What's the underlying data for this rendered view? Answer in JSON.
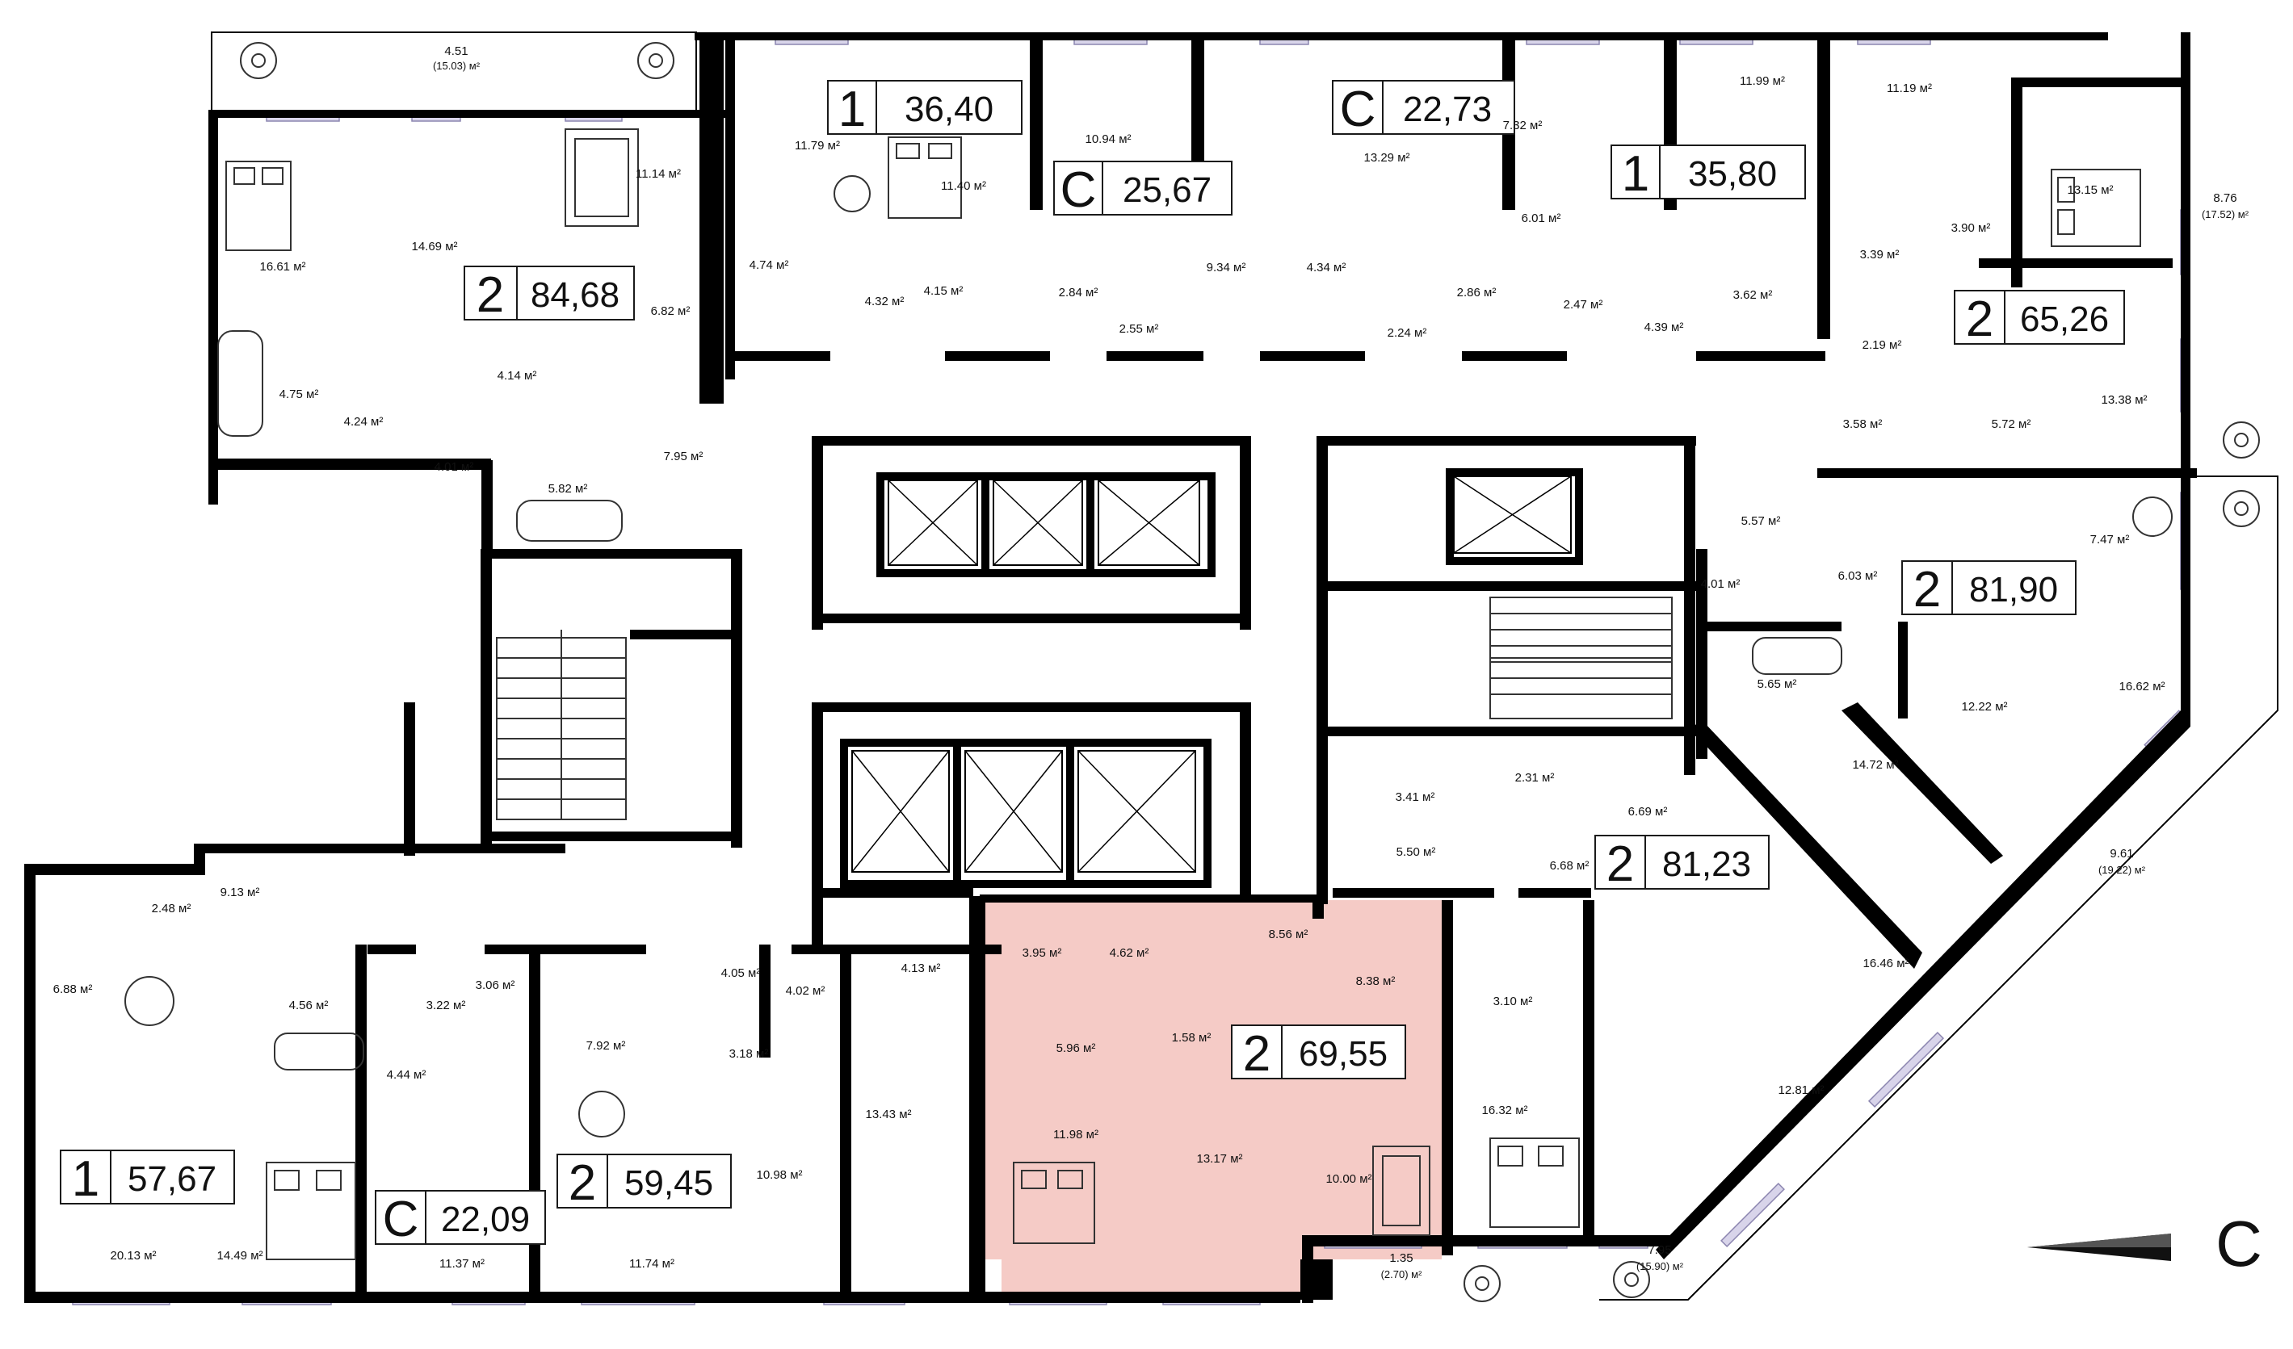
{
  "colors": {
    "walls": "#000000",
    "background": "#ffffff",
    "highlight_apartment": "#f5cbc6",
    "windows": "#d8d4ea"
  },
  "apartments": [
    {
      "id": "apt-2-84-68",
      "rooms": "2",
      "area": "84,68"
    },
    {
      "id": "apt-1-36-40",
      "rooms": "1",
      "area": "36,40"
    },
    {
      "id": "apt-c-25-67",
      "rooms": "С",
      "area": "25,67"
    },
    {
      "id": "apt-c-22-73",
      "rooms": "С",
      "area": "22,73"
    },
    {
      "id": "apt-1-35-80",
      "rooms": "1",
      "area": "35,80"
    },
    {
      "id": "apt-2-65-26",
      "rooms": "2",
      "area": "65,26"
    },
    {
      "id": "apt-2-81-90",
      "rooms": "2",
      "area": "81,90"
    },
    {
      "id": "apt-2-81-23",
      "rooms": "2",
      "area": "81,23"
    },
    {
      "id": "apt-2-69-55",
      "rooms": "2",
      "area": "69,55"
    },
    {
      "id": "apt-2-59-45",
      "rooms": "2",
      "area": "59,45"
    },
    {
      "id": "apt-c-22-09",
      "rooms": "С",
      "area": "22,09"
    },
    {
      "id": "apt-1-57-67",
      "rooms": "1",
      "area": "57,67"
    }
  ],
  "room_areas": [
    {
      "text": "4.51",
      "sub": "(15.03) м²"
    },
    {
      "text": "11.14 м²"
    },
    {
      "text": "16.61 м²"
    },
    {
      "text": "14.69 м²"
    },
    {
      "text": "6.82 м²"
    },
    {
      "text": "4.75 м²"
    },
    {
      "text": "4.24 м²"
    },
    {
      "text": "4.14 м²"
    },
    {
      "text": "4.01 м²"
    },
    {
      "text": "5.82 м²"
    },
    {
      "text": "7.95 м²"
    },
    {
      "text": "11.79 м²"
    },
    {
      "text": "11.40 м²"
    },
    {
      "text": "4.74 м²"
    },
    {
      "text": "4.32 м²"
    },
    {
      "text": "4.15 м²"
    },
    {
      "text": "10.94 м²"
    },
    {
      "text": "9.34 м²"
    },
    {
      "text": "2.84 м²"
    },
    {
      "text": "2.55 м²"
    },
    {
      "text": "13.29 м²"
    },
    {
      "text": "4.34 м²"
    },
    {
      "text": "2.86 м²"
    },
    {
      "text": "2.24 м²"
    },
    {
      "text": "7.32 м²"
    },
    {
      "text": "11.99 м²"
    },
    {
      "text": "6.01 м²"
    },
    {
      "text": "2.47 м²"
    },
    {
      "text": "4.39 м²"
    },
    {
      "text": "3.62 м²"
    },
    {
      "text": "11.19 м²"
    },
    {
      "text": "13.15 м²"
    },
    {
      "text": "3.90 м²"
    },
    {
      "text": "3.39 м²"
    },
    {
      "text": "2.19 м²"
    },
    {
      "text": "8.76",
      "sub": "(17.52) м²"
    },
    {
      "text": "13.38 м²"
    },
    {
      "text": "3.58 м²"
    },
    {
      "text": "5.72 м²"
    },
    {
      "text": "5.57 м²"
    },
    {
      "text": "7.47 м²"
    },
    {
      "text": "4.01 м²"
    },
    {
      "text": "6.03 м²"
    },
    {
      "text": "5.65 м²"
    },
    {
      "text": "16.62 м²"
    },
    {
      "text": "12.22 м²"
    },
    {
      "text": "14.72 м²"
    },
    {
      "text": "9.61",
      "sub": "(19.22) м²"
    },
    {
      "text": "16.46 м²"
    },
    {
      "text": "3.41 м²"
    },
    {
      "text": "2.31 м²"
    },
    {
      "text": "6.69 м²"
    },
    {
      "text": "5.50 м²"
    },
    {
      "text": "6.68 м²"
    },
    {
      "text": "12.81 м²"
    },
    {
      "text": "8.56 м²"
    },
    {
      "text": "8.38 м²"
    },
    {
      "text": "3.10 м²"
    },
    {
      "text": "16.32 м²"
    },
    {
      "text": "3.95 м²"
    },
    {
      "text": "4.62 м²"
    },
    {
      "text": "5.96 м²"
    },
    {
      "text": "1.58 м²"
    },
    {
      "text": "11.98 м²"
    },
    {
      "text": "13.17 м²"
    },
    {
      "text": "10.00 м²"
    },
    {
      "text": "1.35",
      "sub": "(2.70) м²"
    },
    {
      "text": "7.95",
      "sub": "(15.90) м²"
    },
    {
      "text": "4.02 м²"
    },
    {
      "text": "4.13 м²"
    },
    {
      "text": "4.05 м²"
    },
    {
      "text": "3.18 м²"
    },
    {
      "text": "13.43 м²"
    },
    {
      "text": "10.98 м²"
    },
    {
      "text": "7.92 м²"
    },
    {
      "text": "11.74 м²"
    },
    {
      "text": "3.06 м²"
    },
    {
      "text": "3.22 м²"
    },
    {
      "text": "4.44 м²"
    },
    {
      "text": "11.37 м²"
    },
    {
      "text": "9.13 м²"
    },
    {
      "text": "2.48 м²"
    },
    {
      "text": "6.88 м²"
    },
    {
      "text": "4.56 м²"
    },
    {
      "text": "20.13 м²"
    },
    {
      "text": "14.49 м²"
    }
  ],
  "compass": {
    "letter": "С",
    "icon": "north-arrow-icon"
  },
  "icons": [
    "plant-icon",
    "chair-icon",
    "elevator-icon",
    "stairs-icon",
    "bed-icon",
    "sofa-icon",
    "table-icon",
    "bathtub-icon",
    "toilet-icon",
    "sink-icon",
    "stove-icon",
    "door-swing-icon"
  ]
}
